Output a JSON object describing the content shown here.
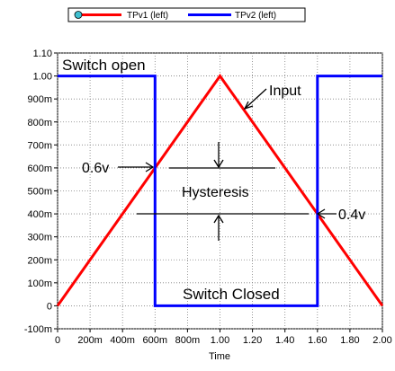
{
  "chart_data": {
    "type": "line",
    "xlabel": "Time",
    "ylabel": "",
    "xlim": [
      0,
      2.0
    ],
    "ylim": [
      -0.1,
      1.1
    ],
    "grid": true,
    "legend_position": "top",
    "x_ticks": [
      {
        "value": 0,
        "label": "0"
      },
      {
        "value": 0.2,
        "label": "200m"
      },
      {
        "value": 0.4,
        "label": "400m"
      },
      {
        "value": 0.6,
        "label": "600m"
      },
      {
        "value": 0.8,
        "label": "800m"
      },
      {
        "value": 1.0,
        "label": "1.00"
      },
      {
        "value": 1.2,
        "label": "1.20"
      },
      {
        "value": 1.4,
        "label": "1.40"
      },
      {
        "value": 1.6,
        "label": "1.60"
      },
      {
        "value": 1.8,
        "label": "1.80"
      },
      {
        "value": 2.0,
        "label": "2.00"
      }
    ],
    "y_ticks": [
      {
        "value": 1.1,
        "label": "1.10"
      },
      {
        "value": 1.0,
        "label": "1.00"
      },
      {
        "value": 0.9,
        "label": "900m"
      },
      {
        "value": 0.8,
        "label": "800m"
      },
      {
        "value": 0.7,
        "label": "700m"
      },
      {
        "value": 0.6,
        "label": "600m"
      },
      {
        "value": 0.5,
        "label": "500m"
      },
      {
        "value": 0.4,
        "label": "400m"
      },
      {
        "value": 0.3,
        "label": "300m"
      },
      {
        "value": 0.2,
        "label": "200m"
      },
      {
        "value": 0.1,
        "label": "100m"
      },
      {
        "value": 0,
        "label": "0"
      },
      {
        "value": -0.1,
        "label": "-100m"
      }
    ],
    "series": [
      {
        "name": "TPv1 (left)",
        "color": "#ff0000",
        "points": [
          [
            0,
            0
          ],
          [
            1.0,
            1.0
          ],
          [
            2.0,
            0
          ]
        ]
      },
      {
        "name": "TPv2 (left)",
        "color": "#0000ff",
        "points": [
          [
            0,
            1.0
          ],
          [
            0.6,
            1.0
          ],
          [
            0.6,
            0
          ],
          [
            1.6,
            0
          ],
          [
            1.6,
            1.0
          ],
          [
            2.0,
            1.0
          ]
        ]
      }
    ],
    "annotations": {
      "switch_open": "Switch open",
      "input": "Input",
      "v06": "0.6v",
      "hysteresis": "Hysteresis",
      "v04": "0.4v",
      "switch_closed": "Switch Closed"
    }
  }
}
